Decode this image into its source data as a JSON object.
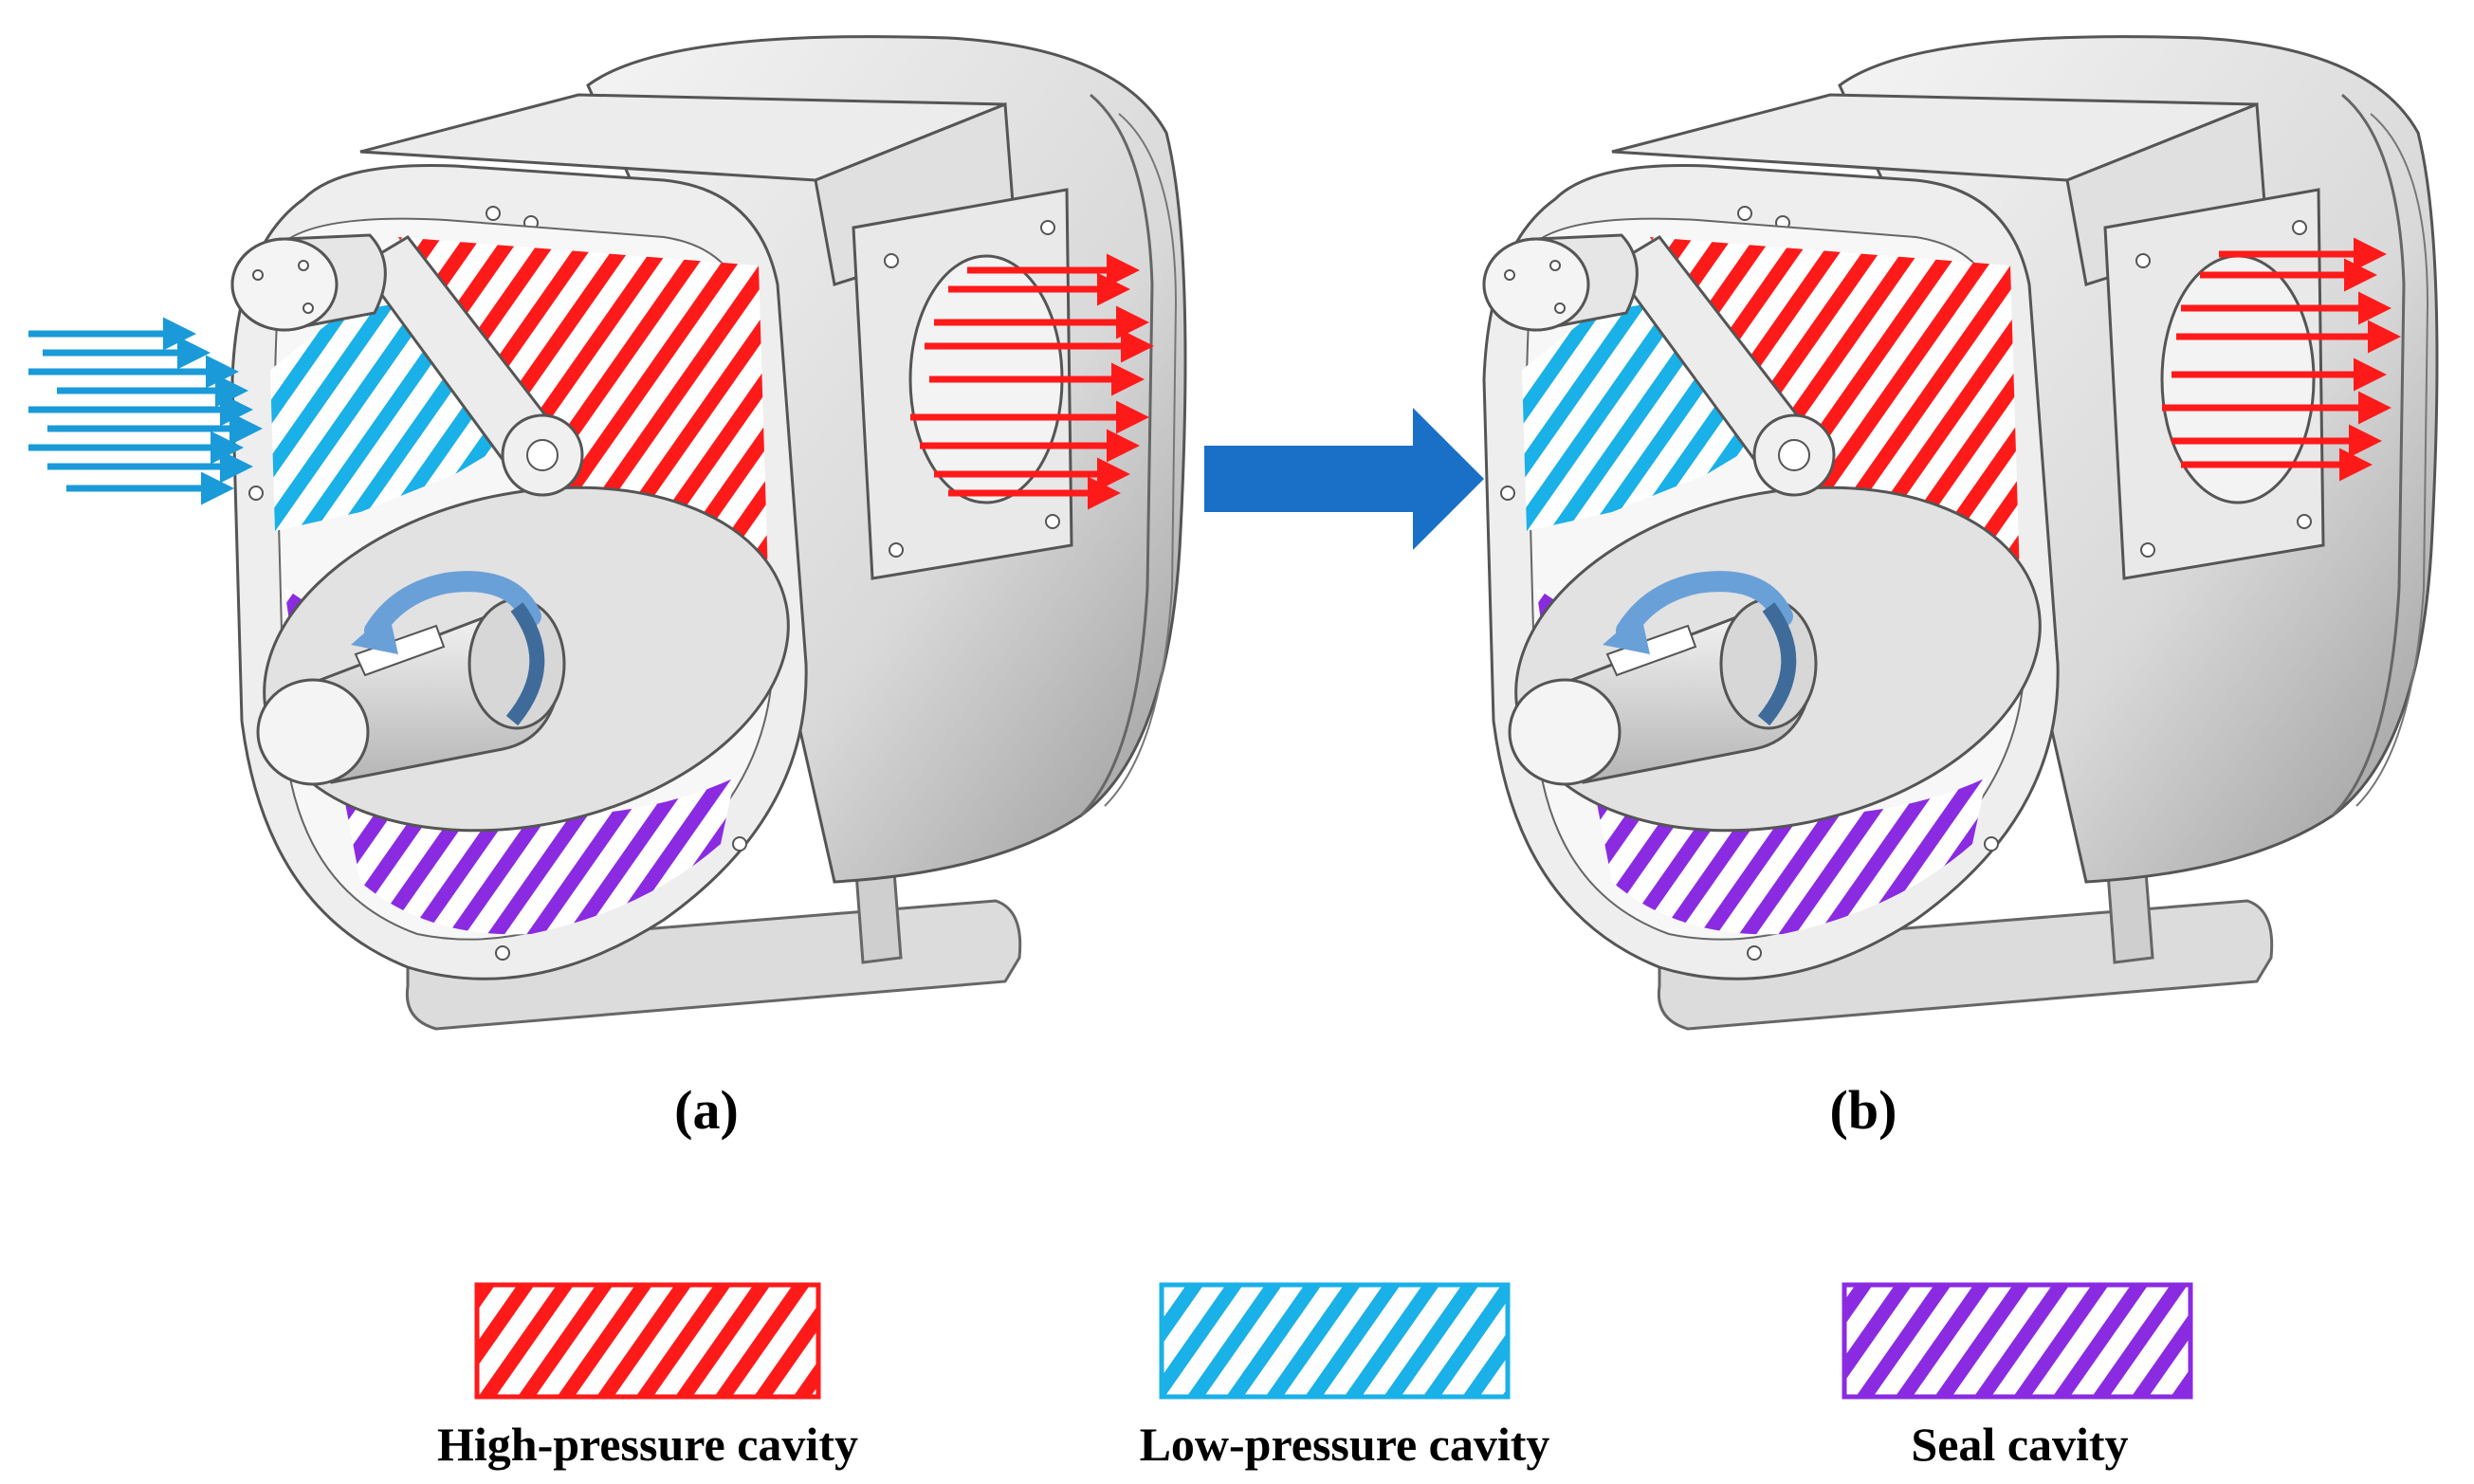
{
  "panels": [
    {
      "label": "(a)"
    },
    {
      "label": "(b)"
    }
  ],
  "legend": [
    {
      "label": "High-pressure cavity",
      "color": "#ff1a1a"
    },
    {
      "label": "Low-pressure cavity",
      "color": "#1ab0e8"
    },
    {
      "label": "Seal cavity",
      "color": "#8a2be2"
    }
  ],
  "colors": {
    "high_pressure": "#ff1a1a",
    "low_pressure": "#1ab0e8",
    "seal": "#8a2be2",
    "transition_arrow": "#1a6fc7",
    "rotation_arrow": "#6aa0d8",
    "housing": "#e6e6e6",
    "outline": "#555555"
  },
  "icons": {
    "transition": "arrow-right-icon",
    "rotation": "rotate-ccw-icon"
  }
}
